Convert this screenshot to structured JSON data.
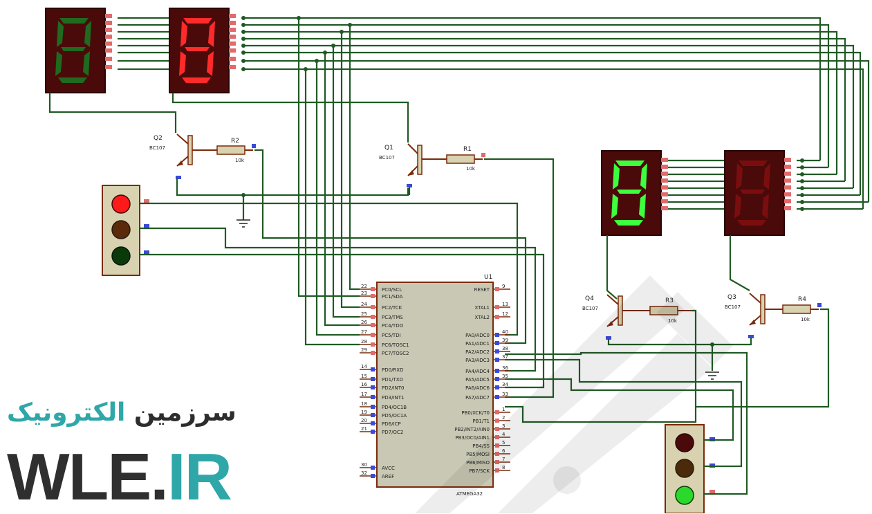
{
  "labels": {
    "u1_ref": "U1",
    "u1_part": "ATMEGA32",
    "q1_ref": "Q1",
    "q1_part": "BC107",
    "q2_ref": "Q2",
    "q2_part": "BC107",
    "q3_ref": "Q3",
    "q3_part": "BC107",
    "q4_ref": "Q4",
    "q4_part": "BC107",
    "r1_ref": "R1",
    "r1_val": "10k",
    "r2_ref": "R2",
    "r2_val": "10k",
    "r3_ref": "R3",
    "r3_val": "10k",
    "r4_ref": "R4",
    "r4_val": "10k"
  },
  "ic_left_pins": [
    {
      "num": "22",
      "name": "PC0/SCL"
    },
    {
      "num": "23",
      "name": "PC1/SDA"
    },
    {
      "num": "24",
      "name": "PC2/TCK"
    },
    {
      "num": "25",
      "name": "PC3/TMS"
    },
    {
      "num": "26",
      "name": "PC4/TDO"
    },
    {
      "num": "27",
      "name": "PC5/TDI"
    },
    {
      "num": "28",
      "name": "PC6/TOSC1"
    },
    {
      "num": "29",
      "name": "PC7/TOSC2"
    },
    {
      "num": "14",
      "name": "PD0/RXD"
    },
    {
      "num": "15",
      "name": "PD1/TXD"
    },
    {
      "num": "16",
      "name": "PD2/INT0"
    },
    {
      "num": "17",
      "name": "PD3/INT1"
    },
    {
      "num": "18",
      "name": "PD4/OC1B"
    },
    {
      "num": "19",
      "name": "PD5/OC1A"
    },
    {
      "num": "20",
      "name": "PD6/ICP"
    },
    {
      "num": "21",
      "name": "PD7/OC2"
    },
    {
      "num": "30",
      "name": "AVCC"
    },
    {
      "num": "32",
      "name": "AREF"
    }
  ],
  "ic_right_pins": [
    {
      "num": "9",
      "name": "RESET"
    },
    {
      "num": "13",
      "name": "XTAL1"
    },
    {
      "num": "12",
      "name": "XTAL2"
    },
    {
      "num": "40",
      "name": "PA0/ADC0"
    },
    {
      "num": "39",
      "name": "PA1/ADC1"
    },
    {
      "num": "38",
      "name": "PA2/ADC2"
    },
    {
      "num": "37",
      "name": "PA3/ADC3"
    },
    {
      "num": "36",
      "name": "PA4/ADC4"
    },
    {
      "num": "35",
      "name": "PA5/ADC5"
    },
    {
      "num": "34",
      "name": "PA6/ADC6"
    },
    {
      "num": "33",
      "name": "PA7/ADC7"
    },
    {
      "num": "1",
      "name": "PB0/XCK/T0"
    },
    {
      "num": "2",
      "name": "PB1/T1"
    },
    {
      "num": "3",
      "name": "PB2/INT2/AIN0"
    },
    {
      "num": "4",
      "name": "PB3/OC0/AIN1"
    },
    {
      "num": "5",
      "name": "PB4/SS"
    },
    {
      "num": "6",
      "name": "PB5/MOSI"
    },
    {
      "num": "7",
      "name": "PB6/MISO"
    },
    {
      "num": "8",
      "name": "PB7/SCK"
    }
  ],
  "brand": {
    "fa_dark": "سرزمین",
    "fa_teal": "الکترونیک",
    "en_dark": "WLE.",
    "en_teal": "IR"
  },
  "colors": {
    "wire": "#1f5a24",
    "display_bg": "#4a0a0a",
    "seg_green": "#3dff3d",
    "seg_green_dim": "#1f6a1f",
    "seg_red": "#ff2a2a",
    "seg_red_dim": "#7a0e0e",
    "ic_fill": "#c8c8b4",
    "resistor_fill": "#d8d2b0",
    "brand_teal": "#2fa7a8"
  }
}
